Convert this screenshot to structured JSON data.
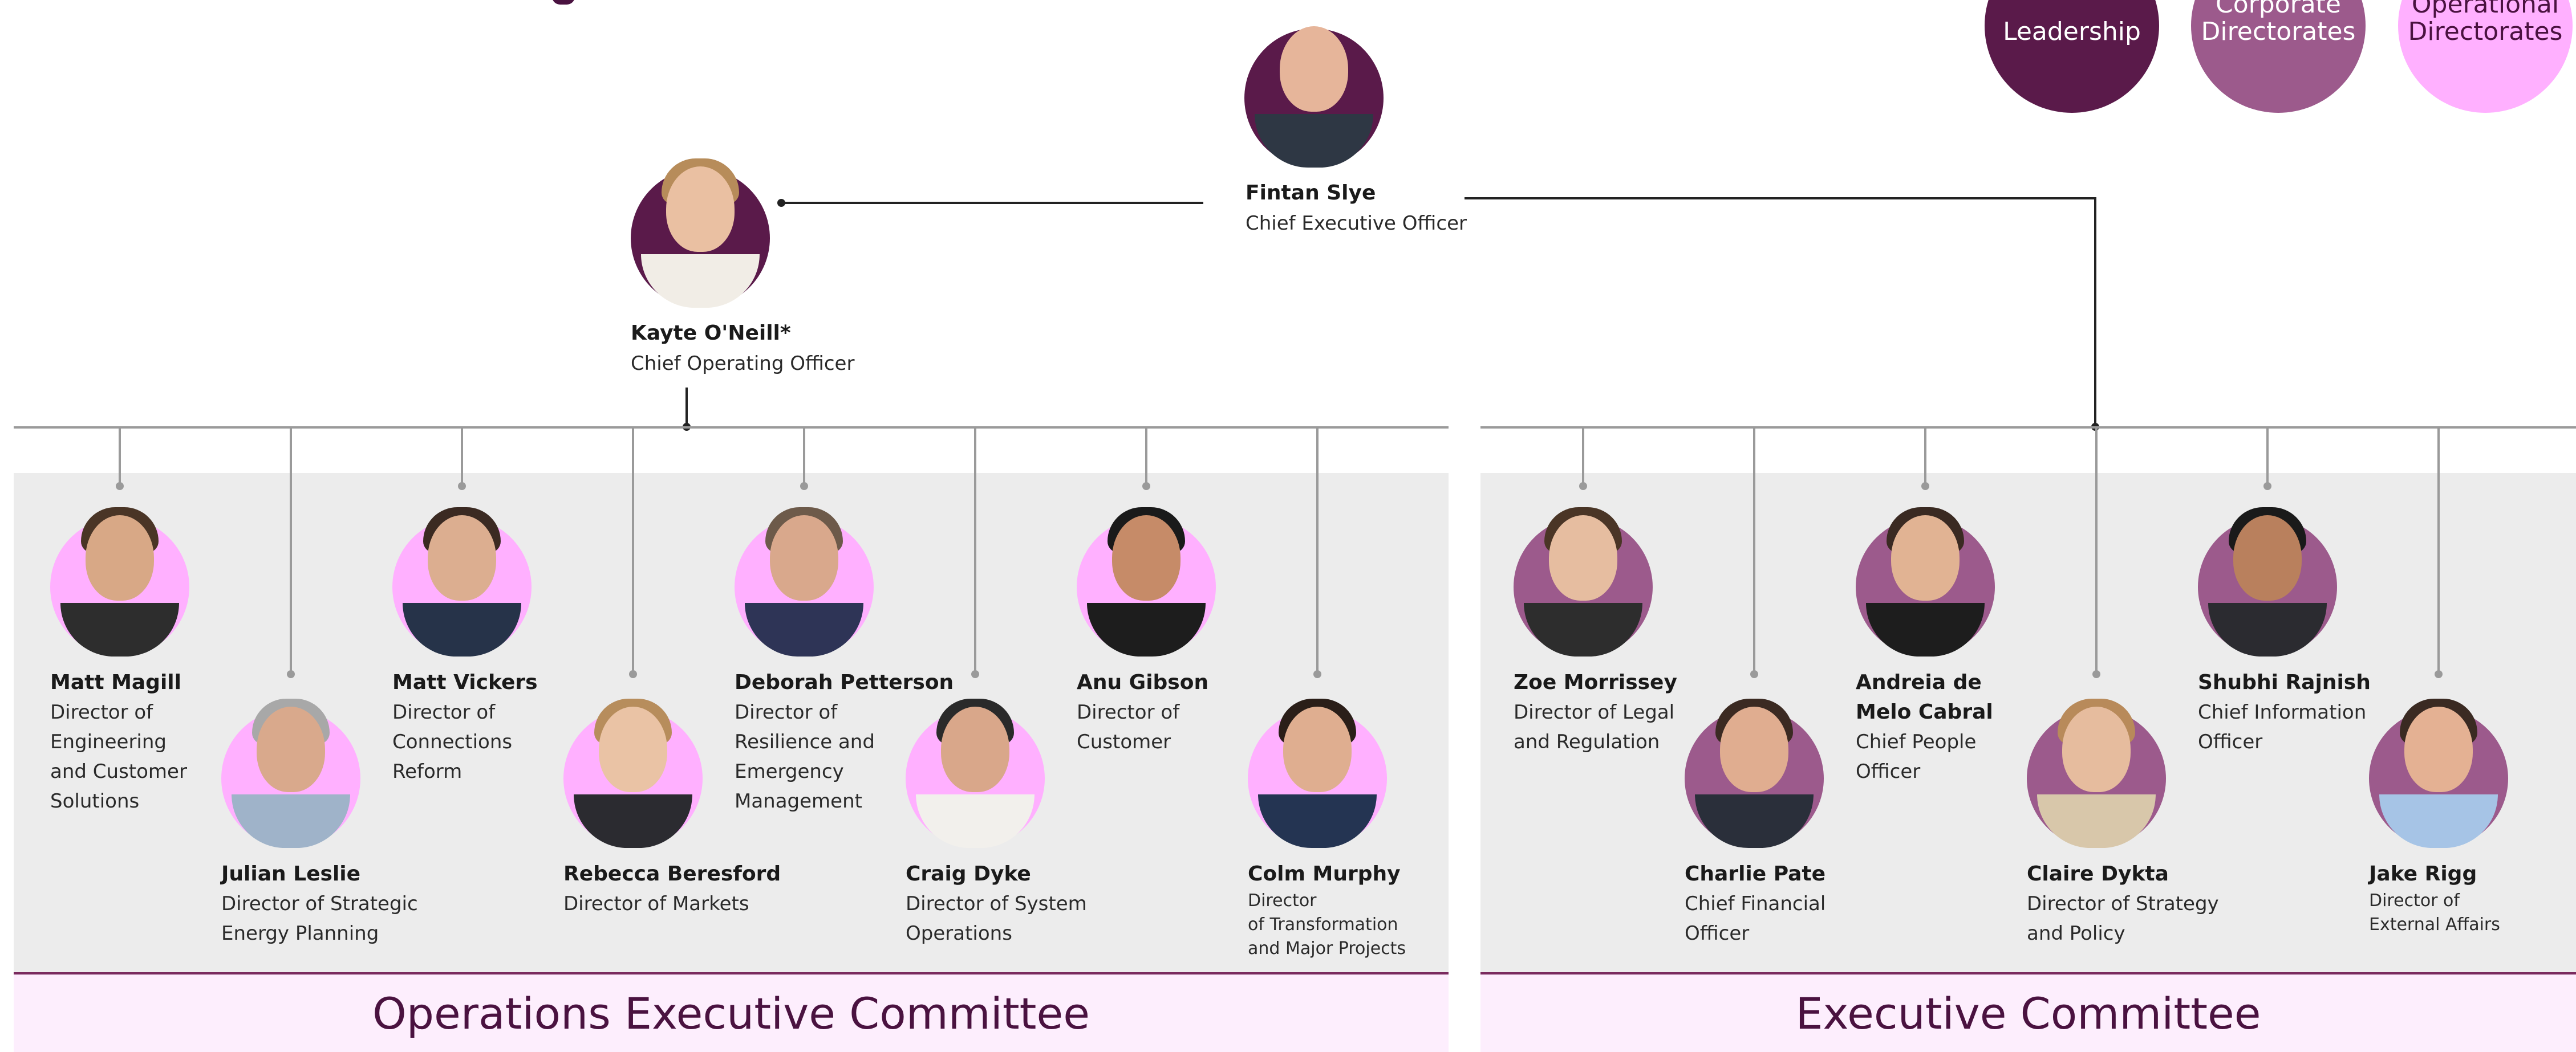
{
  "colors": {
    "leadership": "#5a1a4a",
    "corporate": "#9c5a8c",
    "operational": "#ffb0ff",
    "panel": "#ececec",
    "footer": "#fdeefd",
    "footer_text": "#4a1240"
  },
  "legend": [
    {
      "label": "Leadership"
    },
    {
      "label": "Corporate\nDirectorates"
    },
    {
      "label": "Operational\nDirectorates"
    }
  ],
  "ceo": {
    "name": "Fintan Slye",
    "title": "Chief Executive Officer"
  },
  "coo": {
    "name": "Kayte O'Neill*",
    "title": "Chief Operating Officer"
  },
  "ops_members": [
    {
      "name": "Matt Magill",
      "title": "Director of\nEngineering\nand Customer\nSolutions"
    },
    {
      "name": "Julian Leslie",
      "title": "Director of Strategic\nEnergy Planning"
    },
    {
      "name": "Matt Vickers",
      "title": "Director of\nConnections\nReform"
    },
    {
      "name": "Rebecca Beresford",
      "title": "Director of Markets"
    },
    {
      "name": "Deborah Petterson",
      "title": "Director of\nResilience and\nEmergency\nManagement"
    },
    {
      "name": "Craig Dyke",
      "title": "Director of System\nOperations"
    },
    {
      "name": "Anu Gibson",
      "title": "Director of\nCustomer"
    },
    {
      "name": "Colm Murphy",
      "title": "Director\nof Transformation\nand Major Projects"
    }
  ],
  "exec_members": [
    {
      "name": "Zoe Morrissey",
      "title": "Director of Legal\nand Regulation"
    },
    {
      "name": "Charlie Pate",
      "title": "Chief Financial\nOfficer"
    },
    {
      "name": "Andreia de\nMelo Cabral",
      "title": "Chief People\nOfficer"
    },
    {
      "name": "Claire Dykta",
      "title": "Director of Strategy\nand Policy"
    },
    {
      "name": "Shubhi Rajnish",
      "title": "Chief Information\nOfficer"
    },
    {
      "name": "Jake Rigg",
      "title": "Director of\nExternal Affairs"
    }
  ],
  "footers": {
    "ops": "Operations Executive Committee",
    "exec": "Executive Committee"
  }
}
